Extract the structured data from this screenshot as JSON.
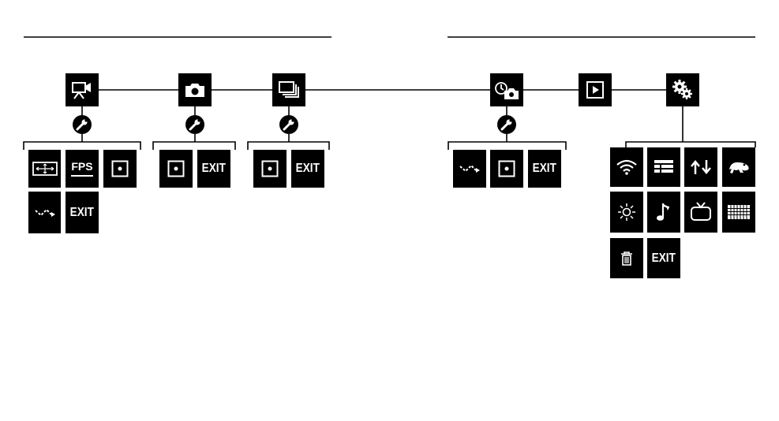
{
  "colors": {
    "tile": "#000000",
    "line": "#000000",
    "background": "#ffffff",
    "icon": "#ffffff"
  },
  "labels": {
    "fps": "FPS",
    "exit": "EXIT"
  },
  "mode_icons": [
    "video-mode-icon",
    "photo-mode-icon",
    "burst-mode-icon",
    "timelapse-mode-icon",
    "playback-icon",
    "setup-gear-icon"
  ],
  "settings_icon": "wrench-icon",
  "video_settings": [
    "resolution-icon",
    "fps-icon",
    "spot-meter-icon",
    "protune-icon",
    "exit"
  ],
  "photo_settings": [
    "spot-meter-icon",
    "exit"
  ],
  "burst_settings": [
    "spot-meter-icon",
    "exit"
  ],
  "timelapse_settings": [
    "interval-icon",
    "spot-meter-icon",
    "exit"
  ],
  "setup_settings": [
    "wifi-icon",
    "list-icon",
    "orientation-icon",
    "frog-icon",
    "brightness-icon",
    "sound-icon",
    "tv-out-icon",
    "grid-icon",
    "delete-icon",
    "exit"
  ]
}
